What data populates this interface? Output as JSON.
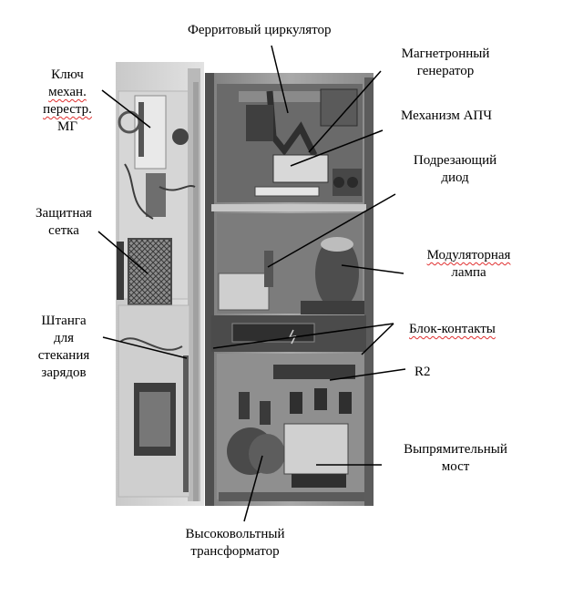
{
  "labels": {
    "ferrite_circulator": "Ферритовый циркулятор",
    "magnetron_line1": "Магнетронный",
    "magnetron_line2": "генератор",
    "key_line1": "Ключ",
    "key_line2": "механ.",
    "key_line3": "перестр.",
    "key_line4": "МГ",
    "afc_mechanism": "Механизм АПЧ",
    "trimming_line1": "Подрезающий",
    "trimming_line2": "диод",
    "grid_line1": "Защитная",
    "grid_line2": "сетка",
    "modulator_line1": "Модуляторная",
    "modulator_line2": "лампа",
    "rod_line1": "Штанга",
    "rod_line2": "для",
    "rod_line3": "стекания",
    "rod_line4": "зарядов",
    "block_contacts": "Блок-контакты",
    "r2": "R2",
    "rectifier_line1": "Выпрямительный",
    "rectifier_line2": "мост",
    "hv_line1": "Высоковольтный",
    "hv_line2": "трансформатор"
  },
  "colors": {
    "spellcheck_underline": "#e03030",
    "cabinet_gray": "#9a9a9a"
  }
}
